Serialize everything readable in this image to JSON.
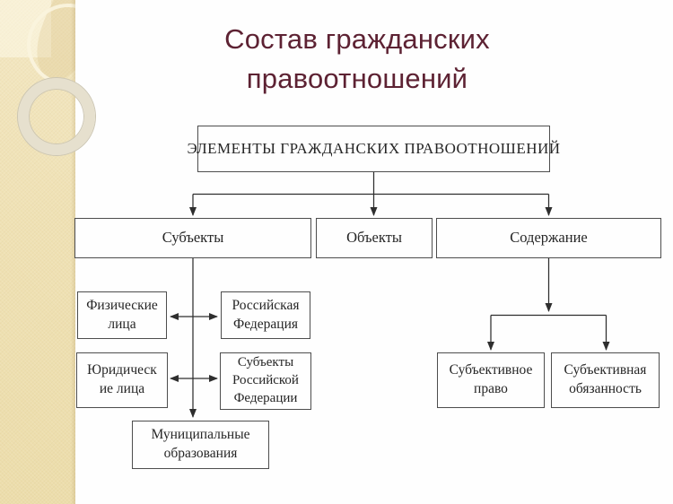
{
  "title": {
    "text": "Состав гражданских правоотношений"
  },
  "colors": {
    "title_color": "#5d2233",
    "line_color": "#2e2e2e",
    "box_border_color": "#4d4d4d",
    "text_color": "#262626",
    "sidebar_base": "#efe1b4"
  },
  "diagram": {
    "root": {
      "label": "ЭЛЕМЕНТЫ ГРАЖДАНСКИХ ПРАВООТНОШЕНИЙ"
    },
    "subjects": {
      "label": "Субъекты"
    },
    "objects": {
      "label": "Объекты"
    },
    "content": {
      "label": "Содержание"
    },
    "fiz": {
      "label": "Физические лица",
      "lines": [
        "Физические",
        "лица"
      ]
    },
    "rf": {
      "label": "Российская Федерация",
      "lines": [
        "Российская",
        "Федерация"
      ]
    },
    "jur": {
      "label": "Юридические лица",
      "lines": [
        "Юридическ",
        "ие лица"
      ]
    },
    "subrf": {
      "label": "Субъекты Российской Федерации",
      "lines": [
        "Субъекты",
        "Российской",
        "Федерации"
      ]
    },
    "mun": {
      "label": "Муниципальные образования",
      "lines": [
        "Муниципальные",
        "образования"
      ]
    },
    "subpravo": {
      "label": "Субъективное право",
      "lines": [
        "Субъективное",
        "право"
      ]
    },
    "subobyaz": {
      "label": "Субъективная обязанность",
      "lines": [
        "Субъективная",
        "обязанность"
      ]
    }
  }
}
